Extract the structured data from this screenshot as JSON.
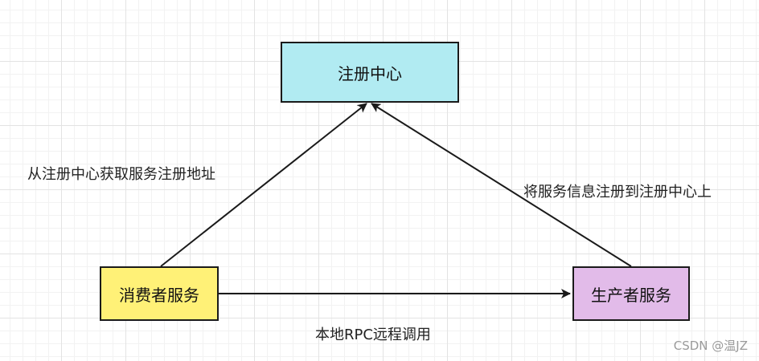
{
  "nodes": {
    "registry": {
      "label": "注册中心",
      "fill": "#b1ebf2"
    },
    "consumer": {
      "label": "消费者服务",
      "fill": "#fff177"
    },
    "provider": {
      "label": "生产者服务",
      "fill": "#e2bbe9"
    }
  },
  "edges": {
    "consumer_fetch": {
      "label": "从注册中心获取服务注册地址"
    },
    "provider_register": {
      "label": "将服务信息注册到注册中心上"
    },
    "rpc": {
      "label": "本地RPC远程调用"
    }
  },
  "watermark": "CSDN @温JZ",
  "colors": {
    "stroke": "#1a1a1a"
  }
}
